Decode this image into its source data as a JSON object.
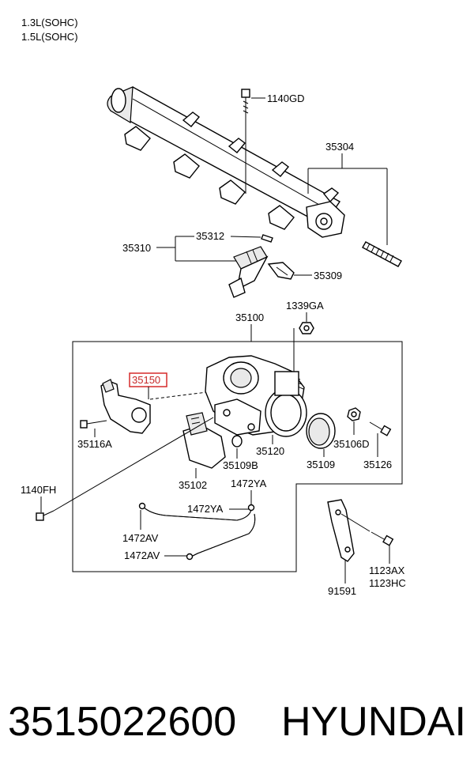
{
  "header": {
    "engine_lines": [
      "1.3L(SOHC)",
      "1.5L(SOHC)"
    ]
  },
  "labels": {
    "l1140GD": "1140GD",
    "l35304": "35304",
    "l35312": "35312",
    "l35310": "35310",
    "l35309": "35309",
    "l1339GA": "1339GA",
    "l35100": "35100",
    "l35150": "35150",
    "l35116A": "35116A",
    "l35120": "35120",
    "l35109B": "35109B",
    "l35109": "35109",
    "l35106D": "35106D",
    "l35126": "35126",
    "l35102": "35102",
    "l1472YA_a": "1472YA",
    "l1472YA_b": "1472YA",
    "l1140FH": "1140FH",
    "l1472AV_a": "1472AV",
    "l1472AV_b": "1472AV",
    "l1123AX": "1123AX",
    "l1123HC": "1123HC",
    "l91591": "91591"
  },
  "footer": {
    "part_number": "3515022600",
    "brand": "HYUNDAI"
  },
  "colors": {
    "highlight": "#d62b2b"
  }
}
